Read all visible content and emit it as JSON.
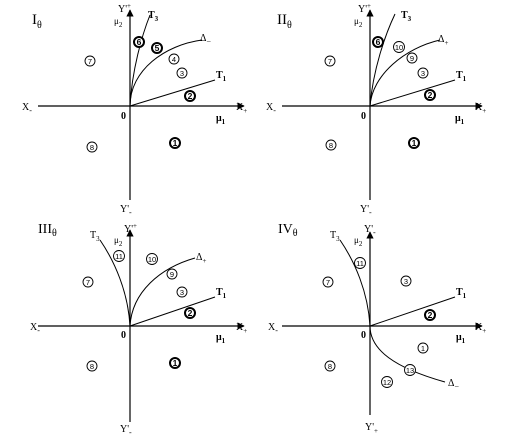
{
  "panels": [
    {
      "id": "I",
      "title_main": "I",
      "title_sub": "θ",
      "axis": {
        "y_top": "Y'",
        "y_top_sup": "+",
        "y_bottom": "Y'",
        "y_bottom_sub": "-",
        "x_left": "X",
        "x_left_sub": "-",
        "x_right": "X",
        "x_right_sub": "+",
        "mu1": "μ",
        "mu1_sub": "1",
        "mu2": "μ",
        "mu2_sub": "2",
        "origin": "0"
      },
      "curve_labels": {
        "T3": {
          "main": "T",
          "sub": "3"
        },
        "T1": {
          "main": "T",
          "sub": "1"
        },
        "Delta": {
          "main": "Δ",
          "sub": "−"
        }
      },
      "regions": [
        "1",
        "2",
        "3",
        "4",
        "5",
        "6",
        "7",
        "8"
      ]
    },
    {
      "id": "II",
      "title_main": "II",
      "title_sub": "θ",
      "axis": {
        "y_top": "Y'",
        "y_top_sup": "+",
        "y_bottom": "Y'",
        "y_bottom_sub": "-",
        "x_left": "X",
        "x_left_sub": "-",
        "x_right": "X",
        "x_right_sub": "+",
        "mu1": "μ",
        "mu1_sub": "1",
        "mu2": "μ",
        "mu2_sub": "2",
        "origin": "0"
      },
      "curve_labels": {
        "T3": {
          "main": "T",
          "sub": "3"
        },
        "T1": {
          "main": "T",
          "sub": "1"
        },
        "Delta": {
          "main": "Δ",
          "sub": "+"
        }
      },
      "regions": [
        "1",
        "2",
        "3",
        "9",
        "10",
        "6",
        "7",
        "8"
      ]
    },
    {
      "id": "III",
      "title_main": "III",
      "title_sub": "θ",
      "axis": {
        "y_top": "Y'",
        "y_top_sup": "+",
        "y_bottom": "Y'",
        "y_bottom_sub": "-",
        "x_left": "X",
        "x_left_sub": "-",
        "x_right": "X",
        "x_right_sub": "+",
        "mu1": "μ",
        "mu1_sub": "1",
        "mu2": "μ",
        "mu2_sub": "2",
        "origin": "0"
      },
      "curve_labels": {
        "T3": {
          "main": "T",
          "sub": "3"
        },
        "T1": {
          "main": "T",
          "sub": "1"
        },
        "Delta": {
          "main": "Δ",
          "sub": "+"
        }
      },
      "regions": [
        "1",
        "2",
        "3",
        "9",
        "10",
        "11",
        "7",
        "8"
      ]
    },
    {
      "id": "IV",
      "title_main": "IV",
      "title_sub": "θ",
      "axis": {
        "y_top": "Y'",
        "y_top_sup": "-",
        "y_bottom": "Y'",
        "y_bottom_sub": "+",
        "x_left": "X",
        "x_left_sub": "-",
        "x_right": "X",
        "x_right_sub": "+",
        "mu1": "μ",
        "mu1_sub": "1",
        "mu2": "μ",
        "mu2_sub": "2",
        "origin": "0"
      },
      "curve_labels": {
        "T3": {
          "main": "T",
          "sub": "3"
        },
        "T1": {
          "main": "T",
          "sub": "1"
        },
        "Delta": {
          "main": "Δ",
          "sub": "−"
        }
      },
      "regions": [
        "3",
        "2",
        "1",
        "13",
        "12",
        "11",
        "7",
        "8"
      ]
    }
  ]
}
